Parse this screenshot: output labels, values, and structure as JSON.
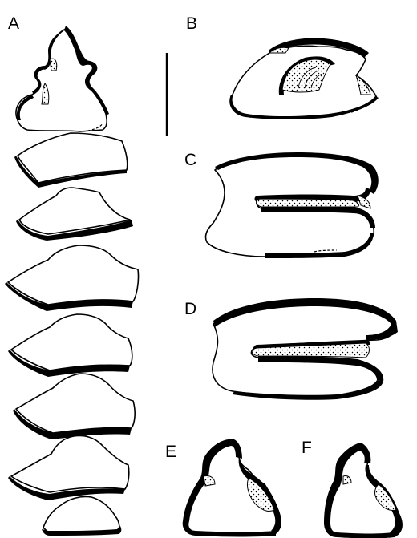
{
  "panels": [
    {
      "id": "A",
      "label": "A"
    },
    {
      "id": "B",
      "label": "B"
    },
    {
      "id": "C",
      "label": "C"
    },
    {
      "id": "D",
      "label": "D"
    },
    {
      "id": "E",
      "label": "E"
    },
    {
      "id": "F",
      "label": "F"
    }
  ],
  "colors": {
    "ink": "#000000",
    "background": "#ffffff"
  }
}
